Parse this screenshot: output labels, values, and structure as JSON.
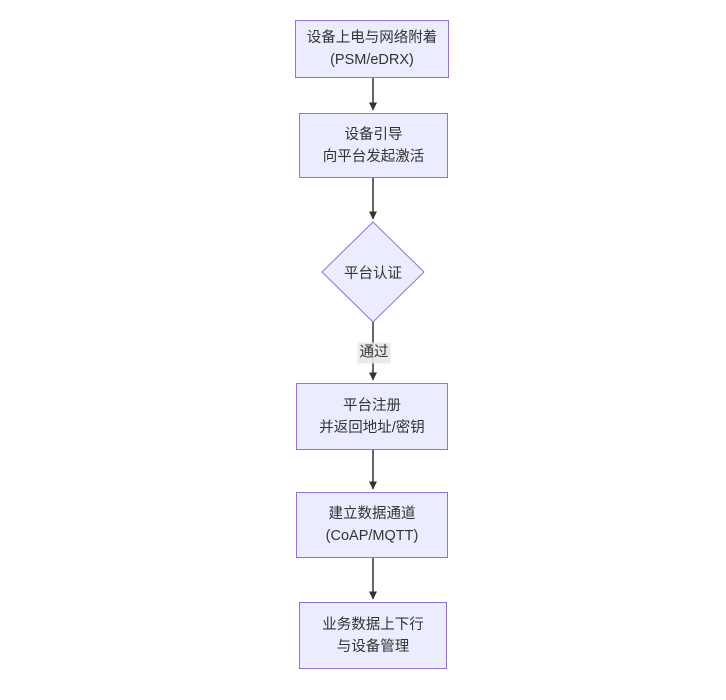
{
  "diagram": {
    "type": "flowchart",
    "direction": "top-down",
    "nodes": [
      {
        "id": "power-attach",
        "shape": "rect",
        "lines": [
          "设备上电与网络附着",
          "(PSM/eDRX)"
        ]
      },
      {
        "id": "bootstrap",
        "shape": "rect",
        "lines": [
          "设备引导",
          "向平台发起激活"
        ]
      },
      {
        "id": "platform-auth",
        "shape": "diamond",
        "lines": [
          "平台认证"
        ]
      },
      {
        "id": "platform-register",
        "shape": "rect",
        "lines": [
          "平台注册",
          "并返回地址/密钥"
        ]
      },
      {
        "id": "data-channel",
        "shape": "rect",
        "lines": [
          "建立数据通道",
          "(CoAP/MQTT)"
        ]
      },
      {
        "id": "business-data",
        "shape": "rect",
        "lines": [
          "业务数据上下行",
          "与设备管理"
        ]
      }
    ],
    "edges": [
      {
        "from": "power-attach",
        "to": "bootstrap",
        "label": ""
      },
      {
        "from": "bootstrap",
        "to": "platform-auth",
        "label": ""
      },
      {
        "from": "platform-auth",
        "to": "platform-register",
        "label": "通过"
      },
      {
        "from": "platform-register",
        "to": "data-channel",
        "label": ""
      },
      {
        "from": "data-channel",
        "to": "business-data",
        "label": ""
      }
    ],
    "colors": {
      "node_fill": "#ECECFF",
      "node_border": "#9370DB",
      "text": "#333333",
      "edge": "#333333",
      "edge_label_bg": "#e8e8e8",
      "background": "#ffffff"
    }
  }
}
